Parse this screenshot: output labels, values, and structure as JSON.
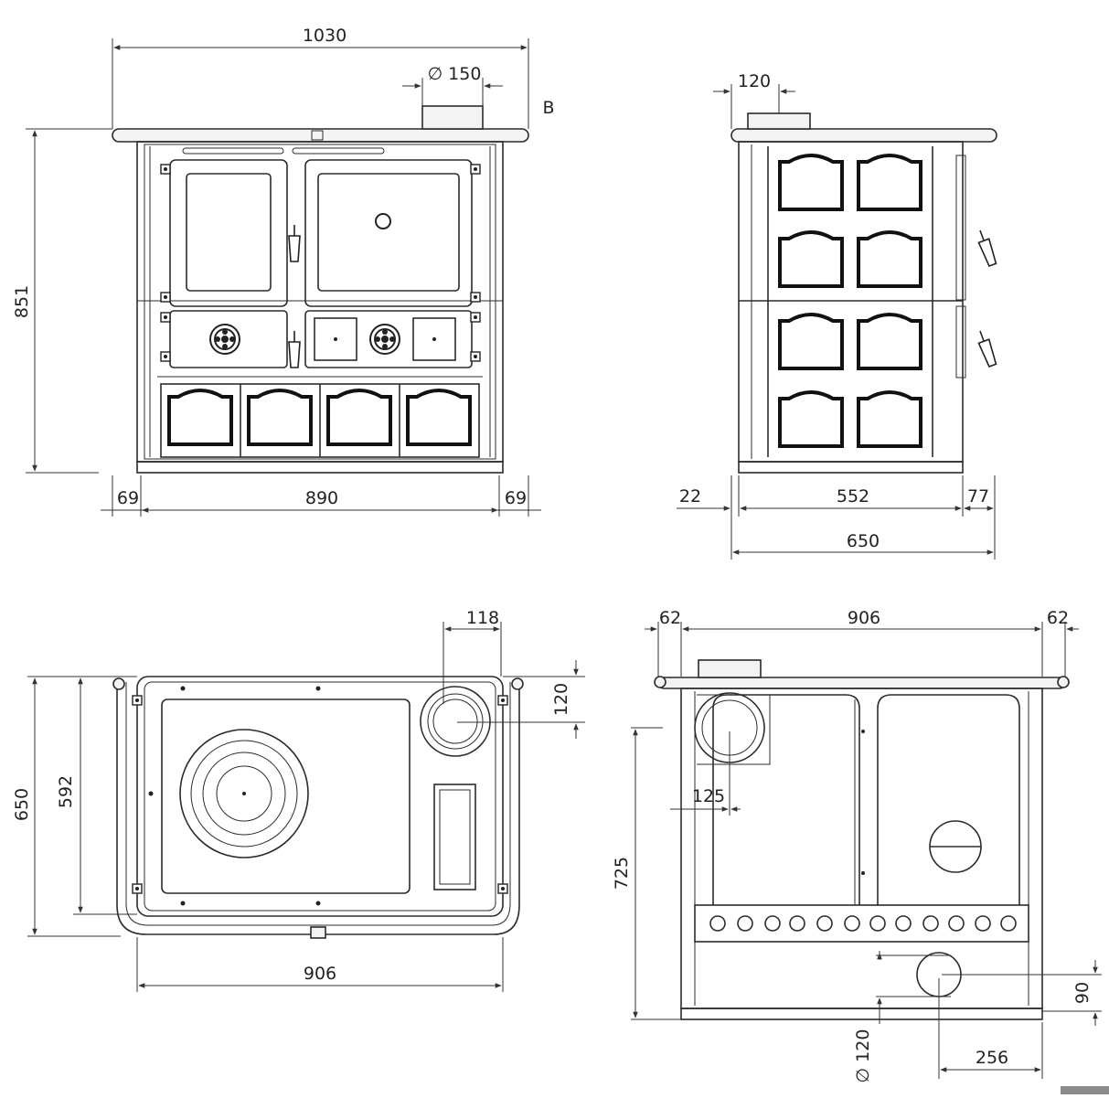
{
  "label_b": "B",
  "front": {
    "width_total": "1030",
    "flue_diameter": "∅ 150",
    "height": "851",
    "left_margin": "69",
    "inner_width": "890",
    "right_margin": "69"
  },
  "side": {
    "flue_offset": "120",
    "left_offset": "22",
    "body_depth": "552",
    "right_offset": "77",
    "total_depth": "650"
  },
  "top": {
    "flue_width": "118",
    "flue_offset": "120",
    "depth_total": "650",
    "depth_inner": "592",
    "width": "906"
  },
  "back": {
    "rail_left": "62",
    "width": "906",
    "rail_right": "62",
    "flue_offset": "125",
    "height": "725",
    "outlet_diameter": "∅ 120",
    "outlet_height": "90",
    "outlet_offset": "256"
  }
}
